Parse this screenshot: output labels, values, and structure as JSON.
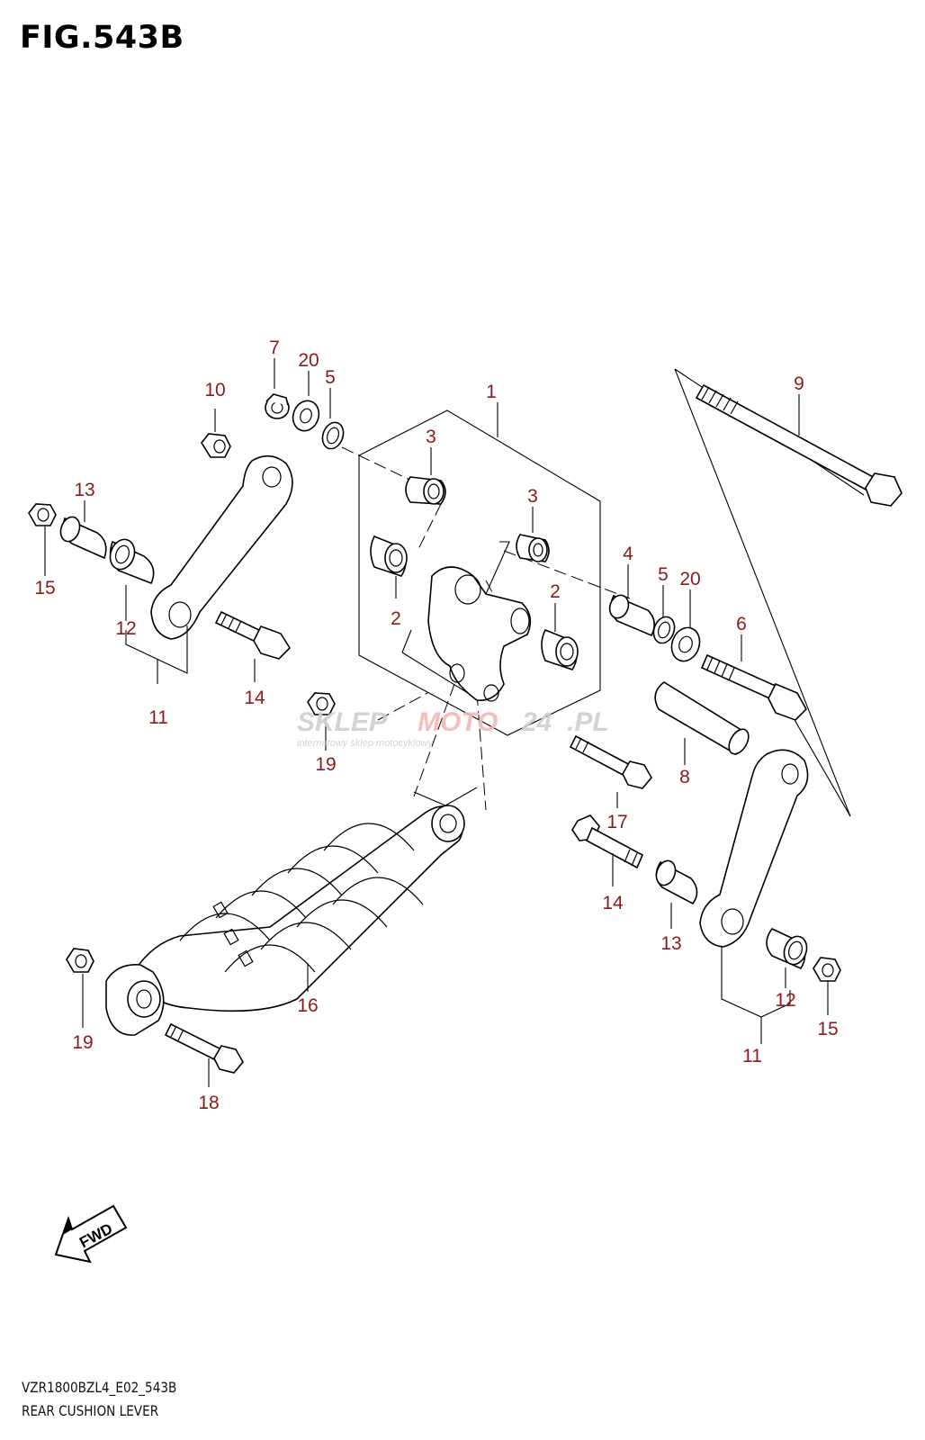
{
  "figure": {
    "title": "FIG.543B",
    "model_code": "VZR1800BZL4_E02_543B",
    "name": "REAR CUSHION LEVER"
  },
  "watermark": {
    "brand_part1": "SKLEP",
    "brand_part2": "MOTO",
    "brand_part3": "24",
    "brand_part4": ".PL",
    "tagline": "internetowy sklep motocyklowy"
  },
  "direction_badge": "FWD",
  "callouts": [
    "1",
    "2",
    "2",
    "3",
    "3",
    "4",
    "5",
    "5",
    "6",
    "7",
    "8",
    "9",
    "10",
    "11",
    "11",
    "12",
    "12",
    "13",
    "13",
    "14",
    "14",
    "15",
    "15",
    "16",
    "17",
    "18",
    "19",
    "19",
    "20",
    "20"
  ],
  "colors": {
    "callout": "#8b1a1a",
    "line": "#000000",
    "watermark_grey": "#cfcfcf",
    "watermark_red": "#f2b8b8"
  }
}
